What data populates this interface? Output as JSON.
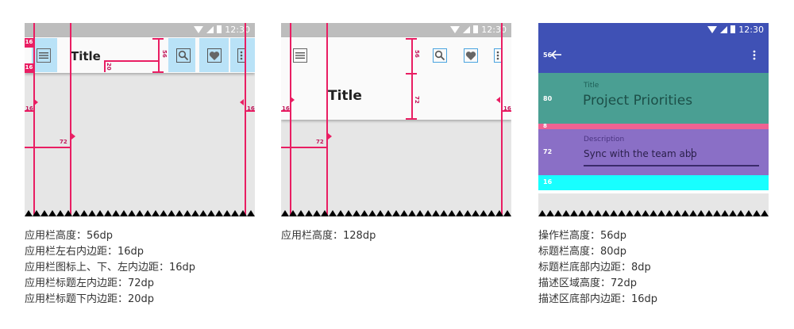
{
  "status_time": "12:30",
  "panel1": {
    "title": "Title",
    "tags": {
      "top": "16",
      "mid": "16",
      "left": "16",
      "right": "16"
    },
    "measures": {
      "height": "56",
      "bottom": "20",
      "title_left": "72"
    }
  },
  "panel2": {
    "title": "Title",
    "tags": {
      "left": "16",
      "right": "16"
    },
    "measures": {
      "height_a": "56",
      "height_b": "72",
      "title_left": "72"
    }
  },
  "panel3": {
    "action_label": "56",
    "title_label": "80",
    "title_field_label": "Title",
    "title_field_value": "Project Priorities",
    "gap_label": "8",
    "desc_label": "72",
    "desc_field_label": "Description",
    "desc_field_value": "Sync with the team abo",
    "bottom_label": "16"
  },
  "captions": {
    "panel1": [
      "应用栏高度：56dp",
      "应用栏左右内边距：16dp",
      "应用栏图标上、下、左内边距：16dp",
      "应用栏标题左内边距：72dp",
      "应用栏标题下内边距：20dp"
    ],
    "panel2": [
      "应用栏高度：128dp"
    ],
    "panel3": [
      "操作栏高度：56dp",
      "标题栏高度：80dp",
      "标题栏底部内边距：8dp",
      "描述区域高度：72dp",
      "描述区底部内边距：16dp"
    ]
  },
  "icons": [
    "menu-icon",
    "search-icon",
    "heart-icon",
    "more-vert-icon",
    "back-arrow-icon",
    "wifi-icon",
    "signal-icon",
    "battery-icon"
  ],
  "colors": {
    "accent": "#e91e63",
    "highlight": "#b9e2f7",
    "indigo": "#3f51b5",
    "teal": "#4a9f93",
    "pink": "#f06292",
    "purple": "#8a6fc6",
    "cyan": "#18ffff"
  }
}
